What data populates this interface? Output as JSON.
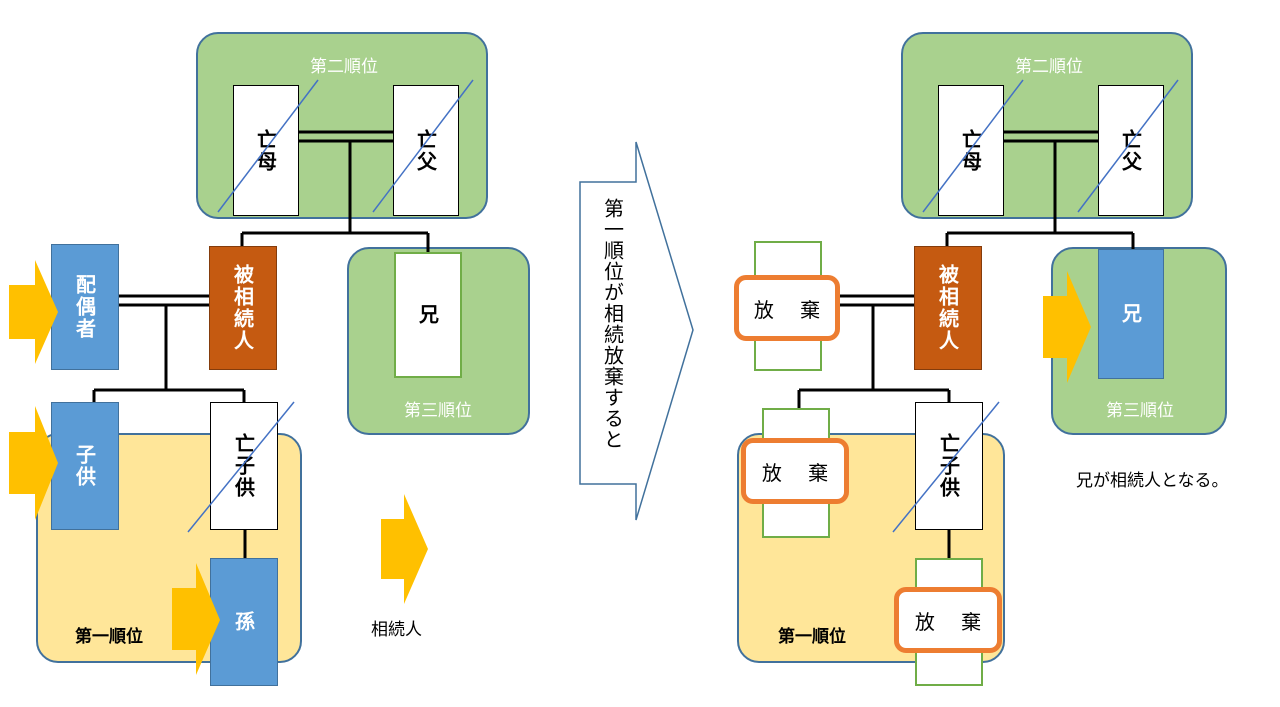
{
  "labels": {
    "second_rank": "第二順位",
    "third_rank": "第三順位",
    "first_rank": "第一順位",
    "heir_legend": "相続人",
    "transition": "第一順位が相続放棄すると",
    "result": "兄が相続人となる。",
    "renounce": "放 棄"
  },
  "persons": {
    "dead_mother": "亡母",
    "dead_father": "亡父",
    "decedent": "被相続人",
    "spouse": "配偶者",
    "brother": "兄",
    "child": "子供",
    "dead_child": "亡子供",
    "grandchild": "孫"
  },
  "colors": {
    "green_group": "#a9d18e",
    "yellow_group": "#ffe699",
    "heir_blue": "#5b9bd5",
    "decedent_brown": "#c55a11",
    "arrow_yellow": "#ffc000",
    "renounce_orange": "#ed7d31"
  }
}
